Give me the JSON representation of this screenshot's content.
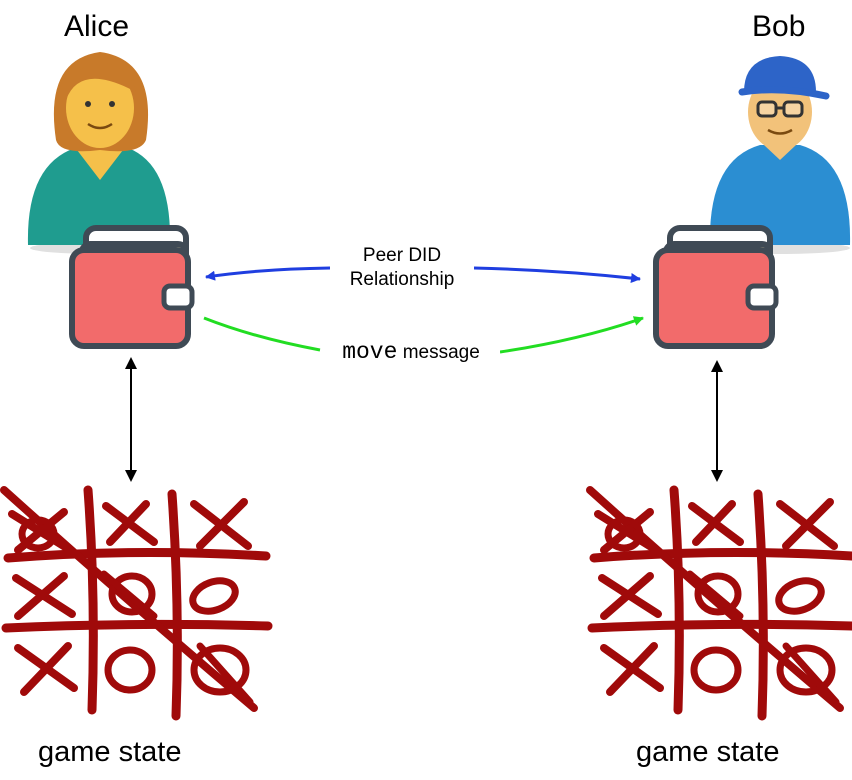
{
  "alice": {
    "name": "Alice",
    "avatar_icon": "woman-avatar-icon",
    "wallet_icon": "wallet-icon",
    "board_icon": "tic-tac-toe-board-icon",
    "state_label": "game state"
  },
  "bob": {
    "name": "Bob",
    "avatar_icon": "man-with-cap-avatar-icon",
    "wallet_icon": "wallet-icon",
    "board_icon": "tic-tac-toe-board-icon",
    "state_label": "game state"
  },
  "relationship": {
    "line1": "Peer DID",
    "line2": "Relationship",
    "color": "#1f3ee0"
  },
  "move_message": {
    "code": "move",
    "text": " message",
    "color": "#22dd22"
  },
  "colors": {
    "wallet": "#f26b6b",
    "board": "#a00a0a"
  }
}
